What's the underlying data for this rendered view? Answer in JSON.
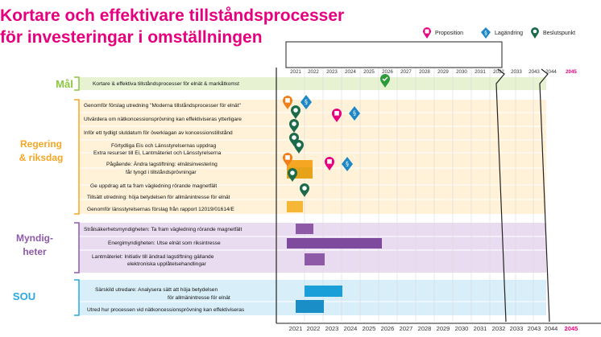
{
  "title_line1": "Kortare och effektivare tillståndsprocesser",
  "title_line2": "för investeringar i omställningen",
  "legend": {
    "proposition": "Proposition",
    "lagandring": "Lagändring",
    "beslutspunkt": "Beslutspunkt"
  },
  "colors": {
    "accent": "#e6007e",
    "mal_green": "#8cc63f",
    "regering_orange": "#f5a623",
    "myndigheter_purple": "#8e5aa8",
    "sou_blue": "#29a9e0",
    "lagandring_blue": "#1e88c7",
    "beslut_green": "#1b6b4a"
  },
  "years_top": [
    "2021",
    "2022",
    "2023",
    "2024",
    "2025",
    "2026",
    "2027",
    "2028",
    "2029",
    "2030",
    "2031",
    "2032",
    "2033",
    "2043",
    "2044",
    "2045"
  ],
  "years_bottom": [
    "2021",
    "2022",
    "2023",
    "2024",
    "2025",
    "2026",
    "2027",
    "2028",
    "2029",
    "2030",
    "2031",
    "2032",
    "2033",
    "2043",
    "2044",
    "2045"
  ],
  "groups": {
    "mal": "Mål",
    "regering": "Regering\n& riksdag",
    "myndigheter": "Myndig-\nheter",
    "sou": "SOU"
  },
  "rows": {
    "mal": "Kortare & effektiva tillståndsprocesser för elnät & markåtkomst",
    "r1": "Genomför förslag utredning \"Moderna tillståndsprocesser för elnät\"",
    "r2": "Utvärdera om nätkoncessionsprövning kan effektiviseras ytterligare",
    "r3": "Inför ett tydligt slutdatum för överklagan av koncessionstillstånd",
    "r4": "Förtydliga Eis och Länsstyrelsernas uppdrag",
    "r5": "Extra resurser till Ei, Lantmäteriet och Länsstyrelserna",
    "r6a": "Pågående: Ändra lagstiftning: elnätsinvestering",
    "r6b": "får tyngd i tillståndsprövningar",
    "r7": "Ge uppdrag att ta fram vägledning rörande magnetfält",
    "r8": "Tillsätt utredning: höja betydelsen för allmänintresse för elnät",
    "r9": "Genomför länsstyrelsernas förslag från rapport 12019/01614/E",
    "m1": "Strålsäkerhetsmyndigheten: Ta fram vägledning rörande magnetfält",
    "m2": "Energimyndigheten: Utse elnät som riksintresse",
    "m3a": "Lantmäteriet: Initiativ till ändrad lagstiftning gällande",
    "m3b": "elektroniska upplåtelsehandlingar",
    "s1a": "Särskild utredare: Analysera sätt att höja betydelsen",
    "s1b": "för allmänintresse för elnät",
    "s2": "Utred hur processen vid nätkoncessionsprövning kan effektiviseras"
  }
}
